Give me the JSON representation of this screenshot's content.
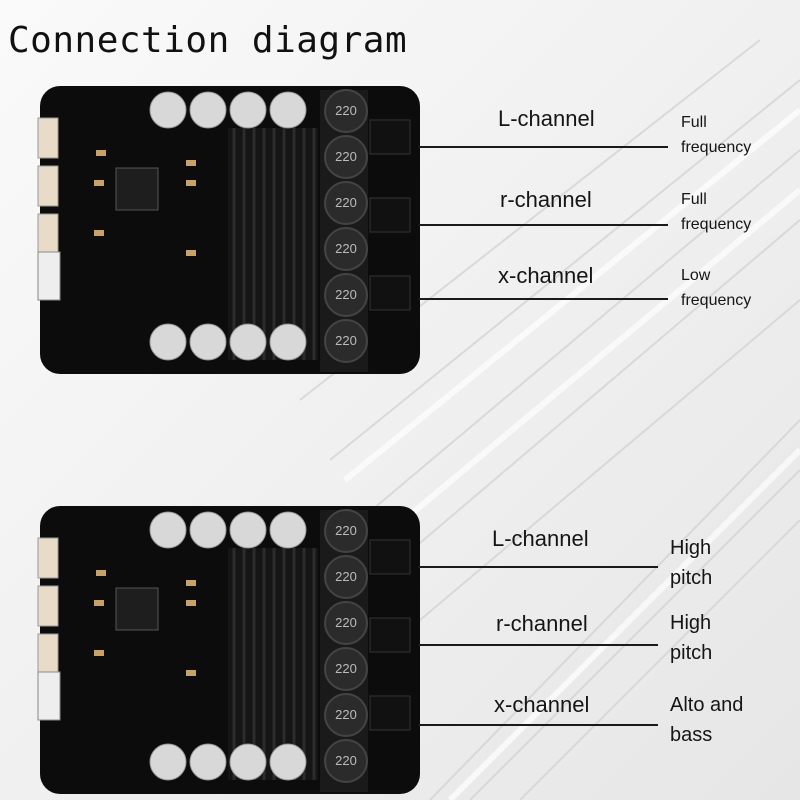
{
  "title": "Connection diagram",
  "inductor_label": "220",
  "boards": [
    {
      "channels": [
        {
          "label": "L-channel",
          "desc_line1": "Full",
          "desc_line2": "frequency"
        },
        {
          "label": "r-channel",
          "desc_line1": "Full",
          "desc_line2": "frequency"
        },
        {
          "label": "x-channel",
          "desc_line1": "Low",
          "desc_line2": "frequency"
        }
      ]
    },
    {
      "channels": [
        {
          "label": "L-channel",
          "desc_line1": "High",
          "desc_line2": "pitch"
        },
        {
          "label": "r-channel",
          "desc_line1": "High",
          "desc_line2": "pitch"
        },
        {
          "label": "x-channel",
          "desc_line1": "Alto and",
          "desc_line2": "bass"
        }
      ]
    }
  ]
}
